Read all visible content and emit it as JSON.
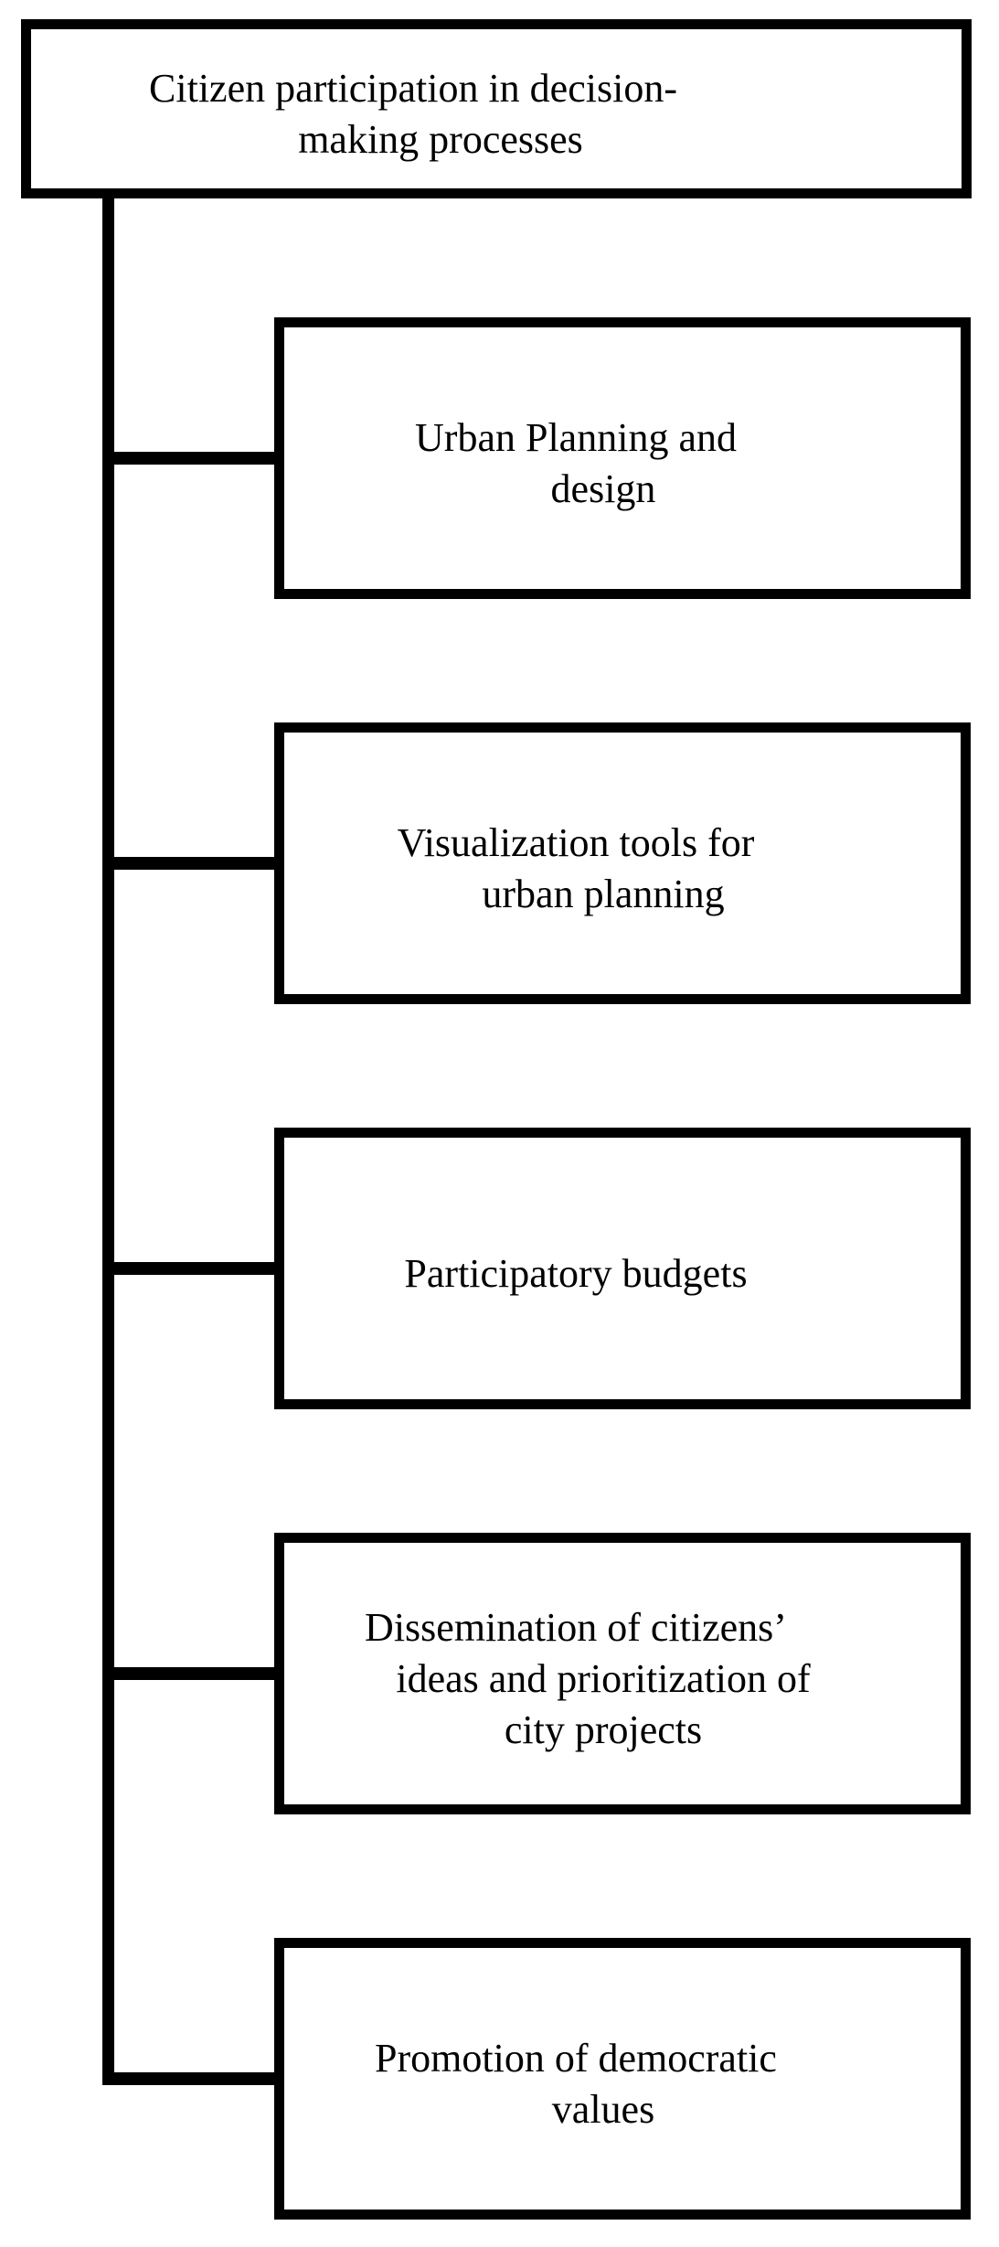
{
  "figure": {
    "type": "hierarchy-diagram",
    "background_color": "#ffffff",
    "line_color": "#000000",
    "text_color": "#000000",
    "root": {
      "label": "Citizen participation in decision-making processes",
      "lines": [
        "Citizen participation in decision-",
        "making processes"
      ]
    },
    "children": [
      {
        "label": "Urban Planning and design",
        "lines": [
          "Urban Planning and",
          "design"
        ]
      },
      {
        "label": "Visualization tools for urban planning",
        "lines": [
          "Visualization tools for",
          "urban planning"
        ]
      },
      {
        "label": "Participatory budgets",
        "lines": [
          "Participatory budgets"
        ]
      },
      {
        "label": "Dissemination of citizens’ ideas and prioritization of city projects",
        "lines": [
          "Dissemination of citizens’",
          "ideas and prioritization of",
          "city projects"
        ]
      },
      {
        "label": "Promotion of democratic values",
        "lines": [
          "Promotion of democratic",
          "values"
        ]
      }
    ]
  }
}
